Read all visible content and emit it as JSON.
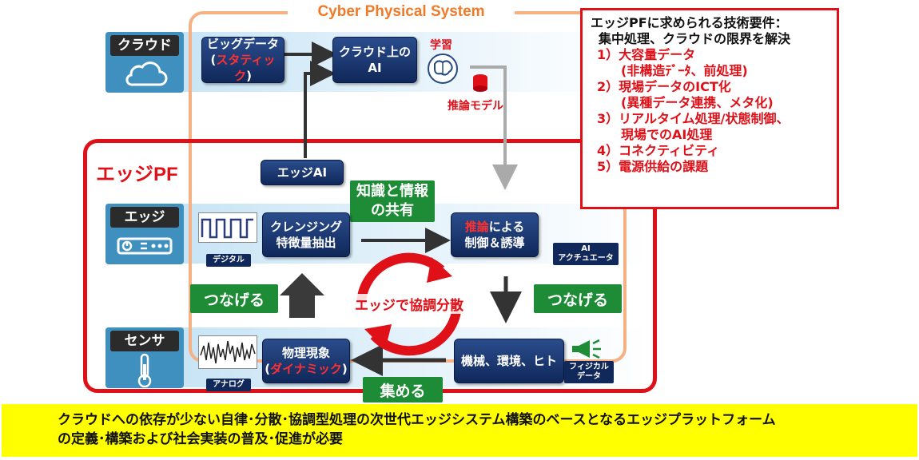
{
  "cps_label": "Cyber Physical System",
  "layers": {
    "cloud": "クラウド",
    "edge": "エッジ",
    "sensor": "センサ"
  },
  "edge_pf_label": "エッジPF",
  "cloud_layer": {
    "big_data_line1": "ビッグデータ",
    "big_data_open": "(",
    "big_data_static": "スタティック",
    "big_data_close": ")",
    "cloud_ai_line1": "クラウド上の",
    "cloud_ai_line2": "AI",
    "learning": "学習",
    "inference_model": "推論モデル"
  },
  "edge_ai": "エッジAI",
  "knowledge_share_line1": "知識と情報",
  "knowledge_share_line2": "の共有",
  "edge_layer": {
    "cleansing_line1": "クレンジング",
    "cleansing_line2": "特徴量抽出",
    "digital_tag": "デジタル",
    "inference_red": "推論",
    "inference_rest": "による",
    "control_line2": "制御＆誘導",
    "actuator_line1": "AI",
    "actuator_line2": "アクチュエータ"
  },
  "connect_left": "つなげる",
  "connect_right": "つなげる",
  "coordinated": "エッジで協調分散",
  "sensor_layer": {
    "physics_line1": "物理現象",
    "physics_open": "(",
    "physics_dynamic": "ダイナミック",
    "physics_close": ")",
    "analog_tag": "アナログ",
    "machine_env": "機械、環境、ヒト",
    "physical_line1": "フィジカル",
    "physical_line2": "データ"
  },
  "collect": "集める",
  "requirements": {
    "heading": "エッジPFに求められる技術要件：",
    "subheading": "集中処理、クラウドの限界を解決",
    "items": [
      "1）大容量データ",
      "2）現場データのICT化",
      "3）リアルタイム処理/状態制御、",
      "4）コネクティビティ",
      "5）電源供給の課題"
    ],
    "subs": [
      "(非構造ﾃﾞｰﾀ、前処理)",
      "(異種データ連携、メタ化)",
      "現場でのAI処理"
    ]
  },
  "footer": {
    "line1": "クラウドへの依存が少ない自律･分散･協調型処理の次世代エッジシステム構築のベースとなるエッジプラットフォーム",
    "line2": "の定義･構築および社会実装の普及･促進が必要"
  },
  "colors": {
    "edge_red": "#e01018",
    "cps_orange": "#f5b084",
    "navy": "#10285a",
    "green": "#1e8c36",
    "footer_yellow": "#ffff00"
  }
}
